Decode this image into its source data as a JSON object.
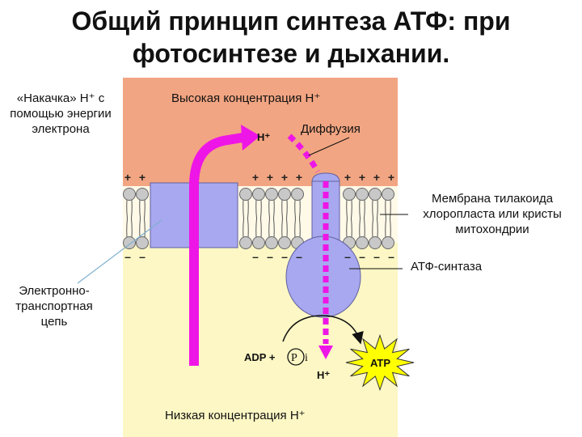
{
  "title": {
    "line1": "Общий принцип синтеза АТФ: при",
    "line2": "фотосинтезе и дыхании."
  },
  "labels": {
    "pump": [
      "«Накачка» Н⁺ с",
      "помощью энергии",
      "электрона"
    ],
    "high_concentration": "Высокая концентрация Н⁺",
    "diffusion": "Диффузия",
    "membrane": [
      "Мембрана тилакоида",
      "хлоропласта или кристы",
      "митохондрии"
    ],
    "atp_synthase": "АТФ-синтаза",
    "etc": [
      "Электронно-",
      "транспортная",
      "цепь"
    ],
    "low_concentration": "Низкая концентрация Н⁺",
    "h_plus_top": "H⁺",
    "h_plus_bottom": "H⁺",
    "adp": "ADP +",
    "pi_p": "P",
    "pi_i": "i",
    "atp": "ATP",
    "plus_signs": "+",
    "minus_signs": "–"
  },
  "colors": {
    "intermembrane": "#f2a582",
    "matrix": "#fcf7c4",
    "membrane_protein": "#a8a8f0",
    "proton_arrow": "#ee16e6",
    "atp_star": "#ffff00",
    "lipid_head": "#c8c8c8"
  }
}
